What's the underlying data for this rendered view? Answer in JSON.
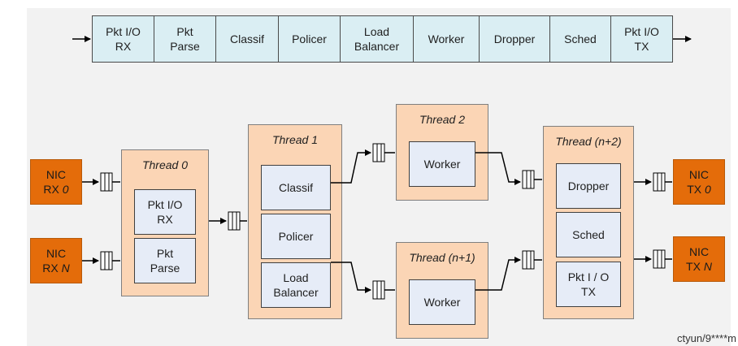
{
  "pipeline": {
    "stages": [
      {
        "id": "rx",
        "label": "Pkt I/O\nRX"
      },
      {
        "id": "parse",
        "label": "Pkt\nParse"
      },
      {
        "id": "classif",
        "label": "Classif"
      },
      {
        "id": "policer",
        "label": "Policer"
      },
      {
        "id": "lb",
        "label": "Load\nBalancer"
      },
      {
        "id": "worker",
        "label": "Worker"
      },
      {
        "id": "dropper",
        "label": "Dropper"
      },
      {
        "id": "sched",
        "label": "Sched"
      },
      {
        "id": "tx",
        "label": "Pkt I/O\nTX"
      }
    ]
  },
  "nics": {
    "rx0": {
      "prefix": "NIC",
      "port": "RX",
      "index": "0"
    },
    "rxN": {
      "prefix": "NIC",
      "port": "RX",
      "index": "N"
    },
    "tx0": {
      "prefix": "NIC",
      "port": "TX",
      "index": "0"
    },
    "txN": {
      "prefix": "NIC",
      "port": "TX",
      "index": "N"
    }
  },
  "threads": {
    "t0": {
      "title": "Thread 0",
      "blocks": [
        "Pkt I/O\nRX",
        "Pkt\nParse"
      ]
    },
    "t1": {
      "title": "Thread 1",
      "blocks": [
        "Classif",
        "Policer",
        "Load\nBalancer"
      ]
    },
    "t2": {
      "title": "Thread 2",
      "blocks": [
        "Worker"
      ]
    },
    "tn1": {
      "title": "Thread (n+1)",
      "blocks": [
        "Worker"
      ]
    },
    "tn2": {
      "title": "Thread (n+2)",
      "blocks": [
        "Dropper",
        "Sched",
        "Pkt I / O\nTX"
      ]
    }
  },
  "colors": {
    "stage_fill": "#daeef3",
    "thread_fill": "#fbd5b5",
    "inner_fill": "#e6ecf7",
    "nic_fill": "#e46c0a",
    "background": "#f2f2f2"
  },
  "watermark": "ctyun/9****m"
}
